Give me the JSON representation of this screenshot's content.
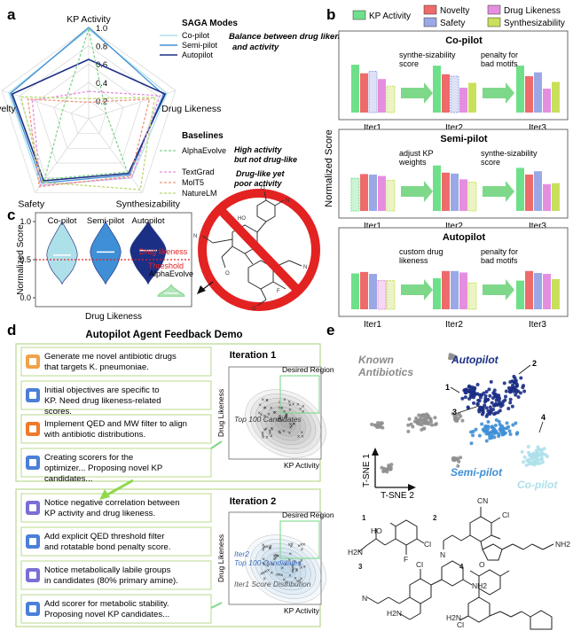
{
  "panel_letters": {
    "a": "a",
    "b": "b",
    "c": "c",
    "d": "d",
    "e": "e"
  },
  "colors": {
    "copilot": "#aee0ea",
    "semipilot": "#3f8fd6",
    "autopilot": "#1b2f85",
    "alphaevolve": "#7fd48a",
    "textgrad": "#e58ee0",
    "molt5": "#f0937c",
    "naturelm": "#b8d86a",
    "kp": "#6fe08a",
    "novelty": "#ef6a6a",
    "safety": "#9aa8e6",
    "druglike": "#e58ee0",
    "synth": "#c8e05a",
    "feedback_border": "#b9d98b",
    "arrow": "#7ed88a",
    "red": "#e32222"
  },
  "radar": {
    "axes": [
      "KP Activity",
      "Drug Likeness",
      "Synthesizability",
      "Safety",
      "Novelty"
    ],
    "ticks": [
      "0.2",
      "0.4",
      "0.6",
      "0.8",
      "1.0"
    ],
    "modes_title": "SAGA Modes",
    "modes": [
      "Co-pilot",
      "Semi-pilot",
      "Autopilot"
    ],
    "modes_note": "Balance between drug likeness and activity",
    "baselines_title": "Baselines",
    "baselines_a": [
      "AlphaEvolve"
    ],
    "baselines_a_note": "High activity but not drug-like",
    "baselines_b": [
      "TextGrad",
      "MolT5",
      "NatureLM"
    ],
    "baselines_b_note": "Drug-like yet poor activity",
    "chart_data": {
      "type": "radar",
      "axes": [
        "KP Activity",
        "Drug Likeness",
        "Synthesizability",
        "Safety",
        "Novelty"
      ],
      "rlim": [
        0,
        1
      ],
      "series": [
        {
          "name": "Co-pilot",
          "values": [
            0.98,
            0.9,
            0.8,
            0.9,
            0.92
          ]
        },
        {
          "name": "Semi-pilot",
          "values": [
            1.0,
            0.86,
            0.76,
            0.87,
            0.9
          ]
        },
        {
          "name": "Autopilot",
          "values": [
            0.65,
            0.88,
            0.74,
            0.84,
            0.88
          ]
        },
        {
          "name": "AlphaEvolve",
          "values": [
            0.98,
            0.2,
            0.72,
            0.82,
            0.3
          ]
        },
        {
          "name": "TextGrad",
          "values": [
            0.3,
            0.82,
            0.8,
            0.9,
            0.65
          ]
        },
        {
          "name": "MolT5",
          "values": [
            0.18,
            0.7,
            0.78,
            0.92,
            0.7
          ]
        },
        {
          "name": "NatureLM",
          "values": [
            0.22,
            0.76,
            0.96,
            0.86,
            0.78
          ]
        }
      ]
    }
  },
  "bars": {
    "legend": [
      "KP Activity",
      "Novelty",
      "Drug Likeness",
      "Safety",
      "Synthesizability"
    ],
    "ylabel": "Normalized Score",
    "iters": [
      "Iter1",
      "Iter2",
      "Iter3"
    ],
    "chart_data": [
      {
        "title": "Co-pilot",
        "type": "bar",
        "order": [
          "KP Activity",
          "Novelty",
          "Safety",
          "Drug Likeness",
          "Synthesizability"
        ],
        "groups": [
          [
            1.0,
            0.82,
            0.86,
            0.7,
            0.55
          ],
          [
            0.98,
            0.8,
            0.76,
            0.52,
            0.62
          ],
          [
            0.98,
            0.76,
            0.84,
            0.5,
            0.64
          ]
        ],
        "faded": [
          [
            false,
            false,
            true,
            false,
            true
          ],
          [
            false,
            false,
            true,
            false,
            false
          ],
          [
            false,
            false,
            false,
            false,
            false
          ]
        ],
        "notes": [
          "synthe-sizability score",
          "penalty for bad motifs"
        ]
      },
      {
        "title": "Semi-pilot",
        "type": "bar",
        "order": [
          "KP Activity",
          "Novelty",
          "Safety",
          "Drug Likeness",
          "Synthesizability"
        ],
        "groups": [
          [
            0.68,
            0.77,
            0.76,
            0.73,
            0.64
          ],
          [
            0.95,
            0.8,
            0.78,
            0.66,
            0.6
          ],
          [
            0.9,
            0.76,
            0.83,
            0.56,
            0.58
          ]
        ],
        "faded": [
          [
            true,
            false,
            false,
            false,
            true
          ],
          [
            false,
            false,
            false,
            false,
            true
          ],
          [
            false,
            false,
            false,
            false,
            false
          ]
        ],
        "notes": [
          "adjust KP weights",
          "synthe-sizability score"
        ]
      },
      {
        "title": "Autopilot",
        "type": "bar",
        "order": [
          "KP Activity",
          "Novelty",
          "Safety",
          "Drug Likeness",
          "Synthesizability"
        ],
        "groups": [
          [
            0.75,
            0.78,
            0.74,
            0.6,
            0.6
          ],
          [
            0.65,
            0.8,
            0.8,
            0.77,
            0.55
          ],
          [
            0.6,
            0.8,
            0.76,
            0.74,
            0.63
          ]
        ],
        "faded": [
          [
            false,
            false,
            false,
            true,
            true
          ],
          [
            false,
            false,
            false,
            false,
            true
          ],
          [
            false,
            false,
            false,
            false,
            false
          ]
        ],
        "notes": [
          "custom drug likeness",
          "penalty for bad motifs"
        ]
      }
    ]
  },
  "violin": {
    "labels": [
      "Co-pilot",
      "Semi-pilot",
      "Autopilot",
      "AlphaEvolve"
    ],
    "ylabel": "Normalized Score",
    "xlabel": "Drug Likeness",
    "threshold_label": "Drug likeness Threshold",
    "yticks": [
      "0.0",
      "0.5",
      "1.0"
    ],
    "chart_data": {
      "type": "violin",
      "threshold": 0.5,
      "ylim": [
        0,
        1
      ],
      "medians": {
        "Co-pilot": 0.56,
        "Semi-pilot": 0.6,
        "Autopilot": 0.62,
        "AlphaEvolve": 0.06
      }
    }
  },
  "demo": {
    "title": "Autopilot Agent Feedback Demo",
    "iter1_items": [
      "Generate me novel antibiotic drugs that targets K. pneumoniae.",
      "Initial objectives are specific to KP. Need drug likeness-related scores.",
      "Implement QED and MW filter to align with antibiotic distributions.",
      "Creating scorers for the optimizer... Proposing novel KP candidates..."
    ],
    "iter2_items": [
      "Notice negative correlation between KP activity and drug likeness.",
      "Add explicit QED threshold filter and rotatable bond penalty score.",
      "Notice metabolically labile groups in candidates (80% primary amine).",
      "Add scorer for metabolic stability. Proposing novel KP candidates..."
    ],
    "iter1_title": "Iteration 1",
    "iter2_title": "Iteration 2",
    "desired": "Desired Region",
    "ylabel": "Drug Likeness",
    "xlabel": "KP Activity",
    "iter1_note": "Top 100 Candidates",
    "iter2_note": "Iter2 Top 100 Candidates",
    "iter2_note2": "Iter1 Score Distribution"
  },
  "tsne": {
    "labels": {
      "known": "Known Antibiotics",
      "autopilot": "Autopilot",
      "semipilot": "Semi-pilot",
      "copilot": "Co-pilot"
    },
    "axis1": "T-SNE 1",
    "axis2": "T-SNE 2",
    "markers": [
      "1",
      "2",
      "3",
      "4"
    ],
    "struct_labels": {
      "cn": "CN",
      "n": "N",
      "ho": "HO",
      "h2n": "H2N",
      "nh2": "NH2",
      "f": "F",
      "cl": "Cl",
      "o": "O",
      "h": "H"
    }
  }
}
